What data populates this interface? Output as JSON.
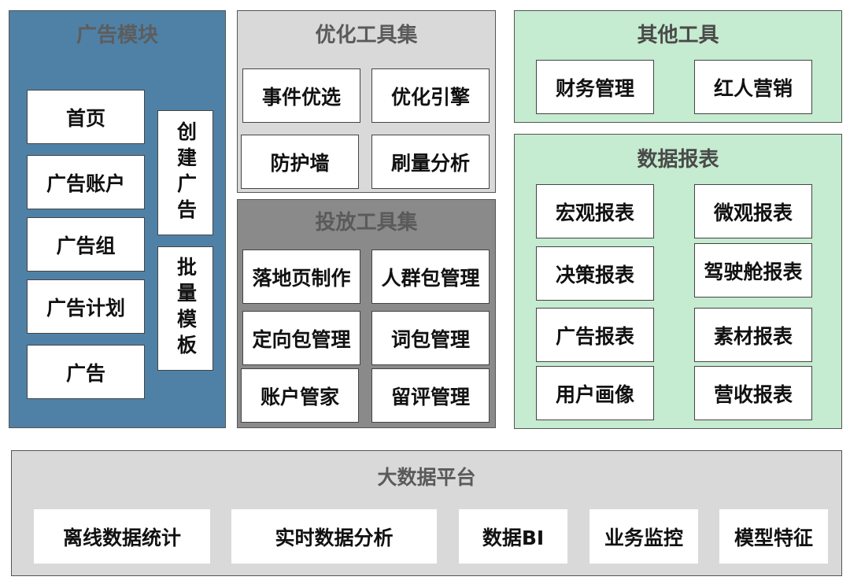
{
  "ad_module": {
    "title": "广告模块",
    "items": [
      "首页",
      "广告账户",
      "广告组",
      "广告计划",
      "广告"
    ],
    "side": [
      "创建广告",
      "批量模板"
    ]
  },
  "opt_tools": {
    "title": "优化工具集",
    "items": [
      "事件优选",
      "优化引擎",
      "防护墙",
      "刷量分析"
    ]
  },
  "delivery_tools": {
    "title": "投放工具集",
    "items": [
      "落地页制作",
      "人群包管理",
      "定向包管理",
      "词包管理",
      "账户管家",
      "留评管理"
    ]
  },
  "other_tools": {
    "title": "其他工具",
    "items": [
      "财务管理",
      "红人营销"
    ]
  },
  "data_reports": {
    "title": "数据报表",
    "items": [
      "宏观报表",
      "微观报表",
      "决策报表",
      "驾驶舱报表",
      "广告报表",
      "素材报表",
      "用户画像",
      "营收报表"
    ]
  },
  "big_data": {
    "title": "大数据平台",
    "items": [
      "离线数据统计",
      "实时数据分析",
      "数据BI",
      "业务监控",
      "模型特征"
    ]
  },
  "colors": {
    "ad_module_bg": "#4f81a6",
    "opt_tools_bg": "#d9d9d9",
    "delivery_tools_bg": "#8a8a8a",
    "green_panels_bg": "#c5ebd0",
    "big_data_bg": "#d9d9d9"
  }
}
